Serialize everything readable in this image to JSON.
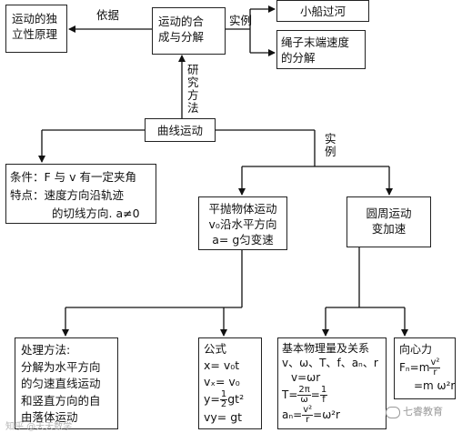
{
  "nodes": {
    "independence": [
      "运动的独",
      "立性原理"
    ],
    "composition": [
      "运动的合",
      "成与分解"
    ],
    "boat": "小船过河",
    "rope": [
      "绳子末端速度",
      "的分解"
    ],
    "curvilinear": "曲线运动",
    "conditions": [
      "条件：F 与 v 有一定夹角",
      "特点：速度方向沿轨迹",
      "的切线方向. a≠0"
    ],
    "projectile": [
      "平抛物体运动",
      "v₀沿水平方向",
      "a= g匀变速"
    ],
    "circular": [
      "圆周运动",
      "变加速"
    ],
    "method": [
      "处理方法:",
      "分解为水平方向",
      "的匀速直线运动",
      "和竖直方向的自",
      "由落体运动"
    ],
    "formulas": {
      "title": "公式",
      "l1": "x= v₀t",
      "l2": "vₓ= v₀",
      "l3_a": "y=",
      "l3_n": "1",
      "l3_d": "2",
      "l3_b": "gt²",
      "l4": "vy= gt"
    },
    "quantities": {
      "title": "基本物理量及关系",
      "l1": "v、ω、T、f、aₙ、r",
      "l2": "v=ωr",
      "l3_a": "T=",
      "l3_n1": "2π",
      "l3_d1": "ω",
      "l3_eq": "=",
      "l3_n2": "1",
      "l3_d2": "f",
      "l4_a": "aₙ=",
      "l4_n": "v²",
      "l4_d": "r",
      "l4_b": "=ω²r"
    },
    "centripetal": {
      "title": "向心力",
      "l1_a": "Fₙ=m",
      "l1_n": "v²",
      "l1_d": "r",
      "l2": "=m ω²r"
    }
  },
  "labels": {
    "basis": "依据",
    "example_top": "实例",
    "research_method": "研究方法",
    "example_mid": "实例"
  },
  "watermark": {
    "brand": "七睿教育",
    "left": "知乎 @天天数学"
  }
}
